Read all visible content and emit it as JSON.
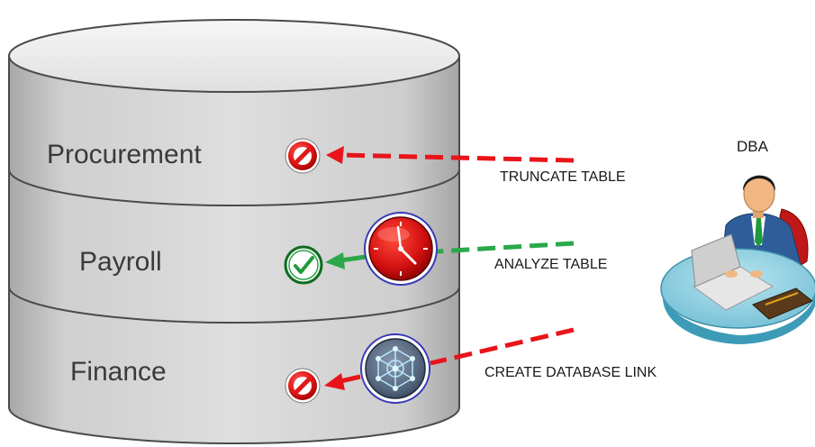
{
  "database": {
    "layers": [
      {
        "label": "Procurement",
        "status": "denied",
        "status_icon": "prohibited-icon"
      },
      {
        "label": "Payroll",
        "status": "allowed",
        "status_icon": "check-icon"
      },
      {
        "label": "Finance",
        "status": "denied",
        "status_icon": "prohibited-icon"
      }
    ]
  },
  "actor": {
    "label": "DBA",
    "icon": "dba-at-desk-icon"
  },
  "commands": [
    {
      "label": "TRUNCATE TABLE",
      "status": "denied",
      "arrow_color": "#e8141a"
    },
    {
      "label": "ANALYZE TABLE",
      "status": "allowed",
      "arrow_color": "#2aa84a",
      "badge_icon": "clock-icon"
    },
    {
      "label": "CREATE DATABASE LINK",
      "status": "denied",
      "arrow_color": "#e8141a",
      "badge_icon": "network-icon"
    }
  ],
  "colors": {
    "denied": "#e8141a",
    "allowed": "#2aa84a",
    "cylinder_body": "#c8c8c8",
    "cylinder_top": "#ececec"
  }
}
